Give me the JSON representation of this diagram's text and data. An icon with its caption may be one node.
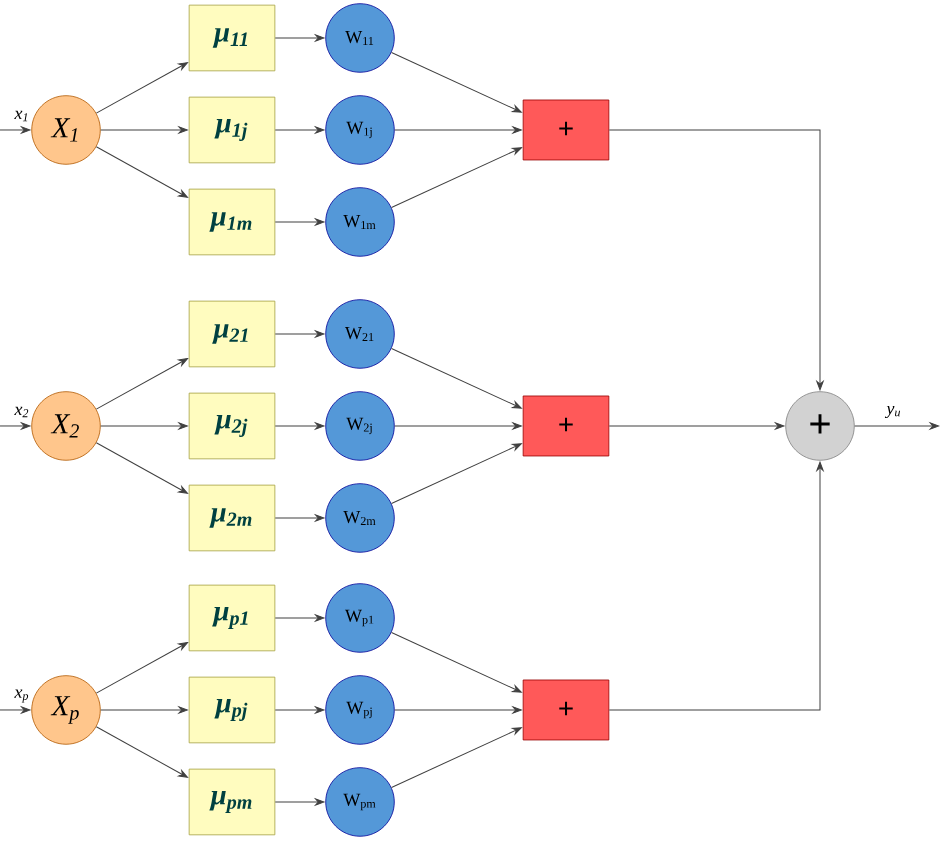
{
  "diagram": {
    "nodes": [
      {
        "text": [
          "X$_{1}$"
        ]
      },
      {
        "text": [
          "μ$_{11}$"
        ]
      },
      {
        "text": [
          "μ$_{1j}$"
        ]
      },
      {
        "text": [
          "μ$_{1m}$"
        ]
      },
      {
        "text": [
          "W$_{11}$"
        ]
      },
      {
        "text": [
          "W$_{1j}$"
        ]
      },
      {
        "text": [
          "W$_{1m}$"
        ]
      },
      {
        "text": [
          "+"
        ]
      },
      {
        "text": [
          "X$_{2}$"
        ]
      },
      {
        "text": [
          "μ$_{21}$"
        ]
      },
      {
        "text": [
          "μ$_{2j}$"
        ]
      },
      {
        "text": [
          "μ$_{2m}$"
        ]
      },
      {
        "text": [
          "W$_{21}$"
        ]
      },
      {
        "text": [
          "W$_{2j}$"
        ]
      },
      {
        "text": [
          "W$_{2m}$"
        ]
      },
      {
        "text": [
          "+"
        ]
      },
      {
        "text": [
          "X$_{p}$"
        ]
      },
      {
        "text": [
          "μ$_{p1}$"
        ]
      },
      {
        "text": [
          "μ$_{pj}$"
        ]
      },
      {
        "text": [
          "μ$_{pm}$"
        ]
      },
      {
        "text": [
          "W$_{p1}$"
        ]
      },
      {
        "text": [
          "W$_{pj}$"
        ]
      },
      {
        "text": [
          "W$_{pm}$"
        ]
      },
      {
        "text": [
          "+"
        ]
      },
      {
        "text": [
          "+"
        ]
      }
    ],
    "edges": [
      {
        "from": null,
        "to": 0,
        "arrow": "to",
        "label": "x$_{1}$"
      },
      {
        "from": 0,
        "to": 1,
        "arrow": "to"
      },
      {
        "from": 0,
        "to": 2,
        "arrow": "to"
      },
      {
        "from": 0,
        "to": 3,
        "arrow": "to"
      },
      {
        "from": 1,
        "to": 4,
        "arrow": "to"
      },
      {
        "from": 2,
        "to": 5,
        "arrow": "to"
      },
      {
        "from": 3,
        "to": 6,
        "arrow": "to"
      },
      {
        "from": 4,
        "to": 7,
        "arrow": "to"
      },
      {
        "from": 5,
        "to": 7,
        "arrow": "to"
      },
      {
        "from": 6,
        "to": 7,
        "arrow": "to"
      },
      {
        "from": 7,
        "to": 24,
        "arrow": "to"
      },
      {
        "from": null,
        "to": 8,
        "arrow": "to",
        "label": "x$_{2}$"
      },
      {
        "from": 8,
        "to": 9,
        "arrow": "to"
      },
      {
        "from": 8,
        "to": 10,
        "arrow": "to"
      },
      {
        "from": 8,
        "to": 11,
        "arrow": "to"
      },
      {
        "from": 9,
        "to": 12,
        "arrow": "to"
      },
      {
        "from": 10,
        "to": 13,
        "arrow": "to"
      },
      {
        "from": 11,
        "to": 14,
        "arrow": "to"
      },
      {
        "from": 12,
        "to": 15,
        "arrow": "to"
      },
      {
        "from": 13,
        "to": 15,
        "arrow": "to"
      },
      {
        "from": 14,
        "to": 15,
        "arrow": "to"
      },
      {
        "from": 15,
        "to": 24,
        "arrow": "to"
      },
      {
        "from": null,
        "to": 16,
        "arrow": "to",
        "label": "x$_{p}$"
      },
      {
        "from": 16,
        "to": 17,
        "arrow": "to"
      },
      {
        "from": 16,
        "to": 18,
        "arrow": "to"
      },
      {
        "from": 16,
        "to": 19,
        "arrow": "to"
      },
      {
        "from": 17,
        "to": 20,
        "arrow": "to"
      },
      {
        "from": 18,
        "to": 21,
        "arrow": "to"
      },
      {
        "from": 19,
        "to": 22,
        "arrow": "to"
      },
      {
        "from": 20,
        "to": 23,
        "arrow": "to"
      },
      {
        "from": 21,
        "to": 23,
        "arrow": "to"
      },
      {
        "from": 22,
        "to": 23,
        "arrow": "to"
      },
      {
        "from": 23,
        "to": 24,
        "arrow": "to"
      },
      {
        "from": 24,
        "to": null,
        "arrow": "to",
        "label": "y$_{u}$"
      }
    ]
  }
}
